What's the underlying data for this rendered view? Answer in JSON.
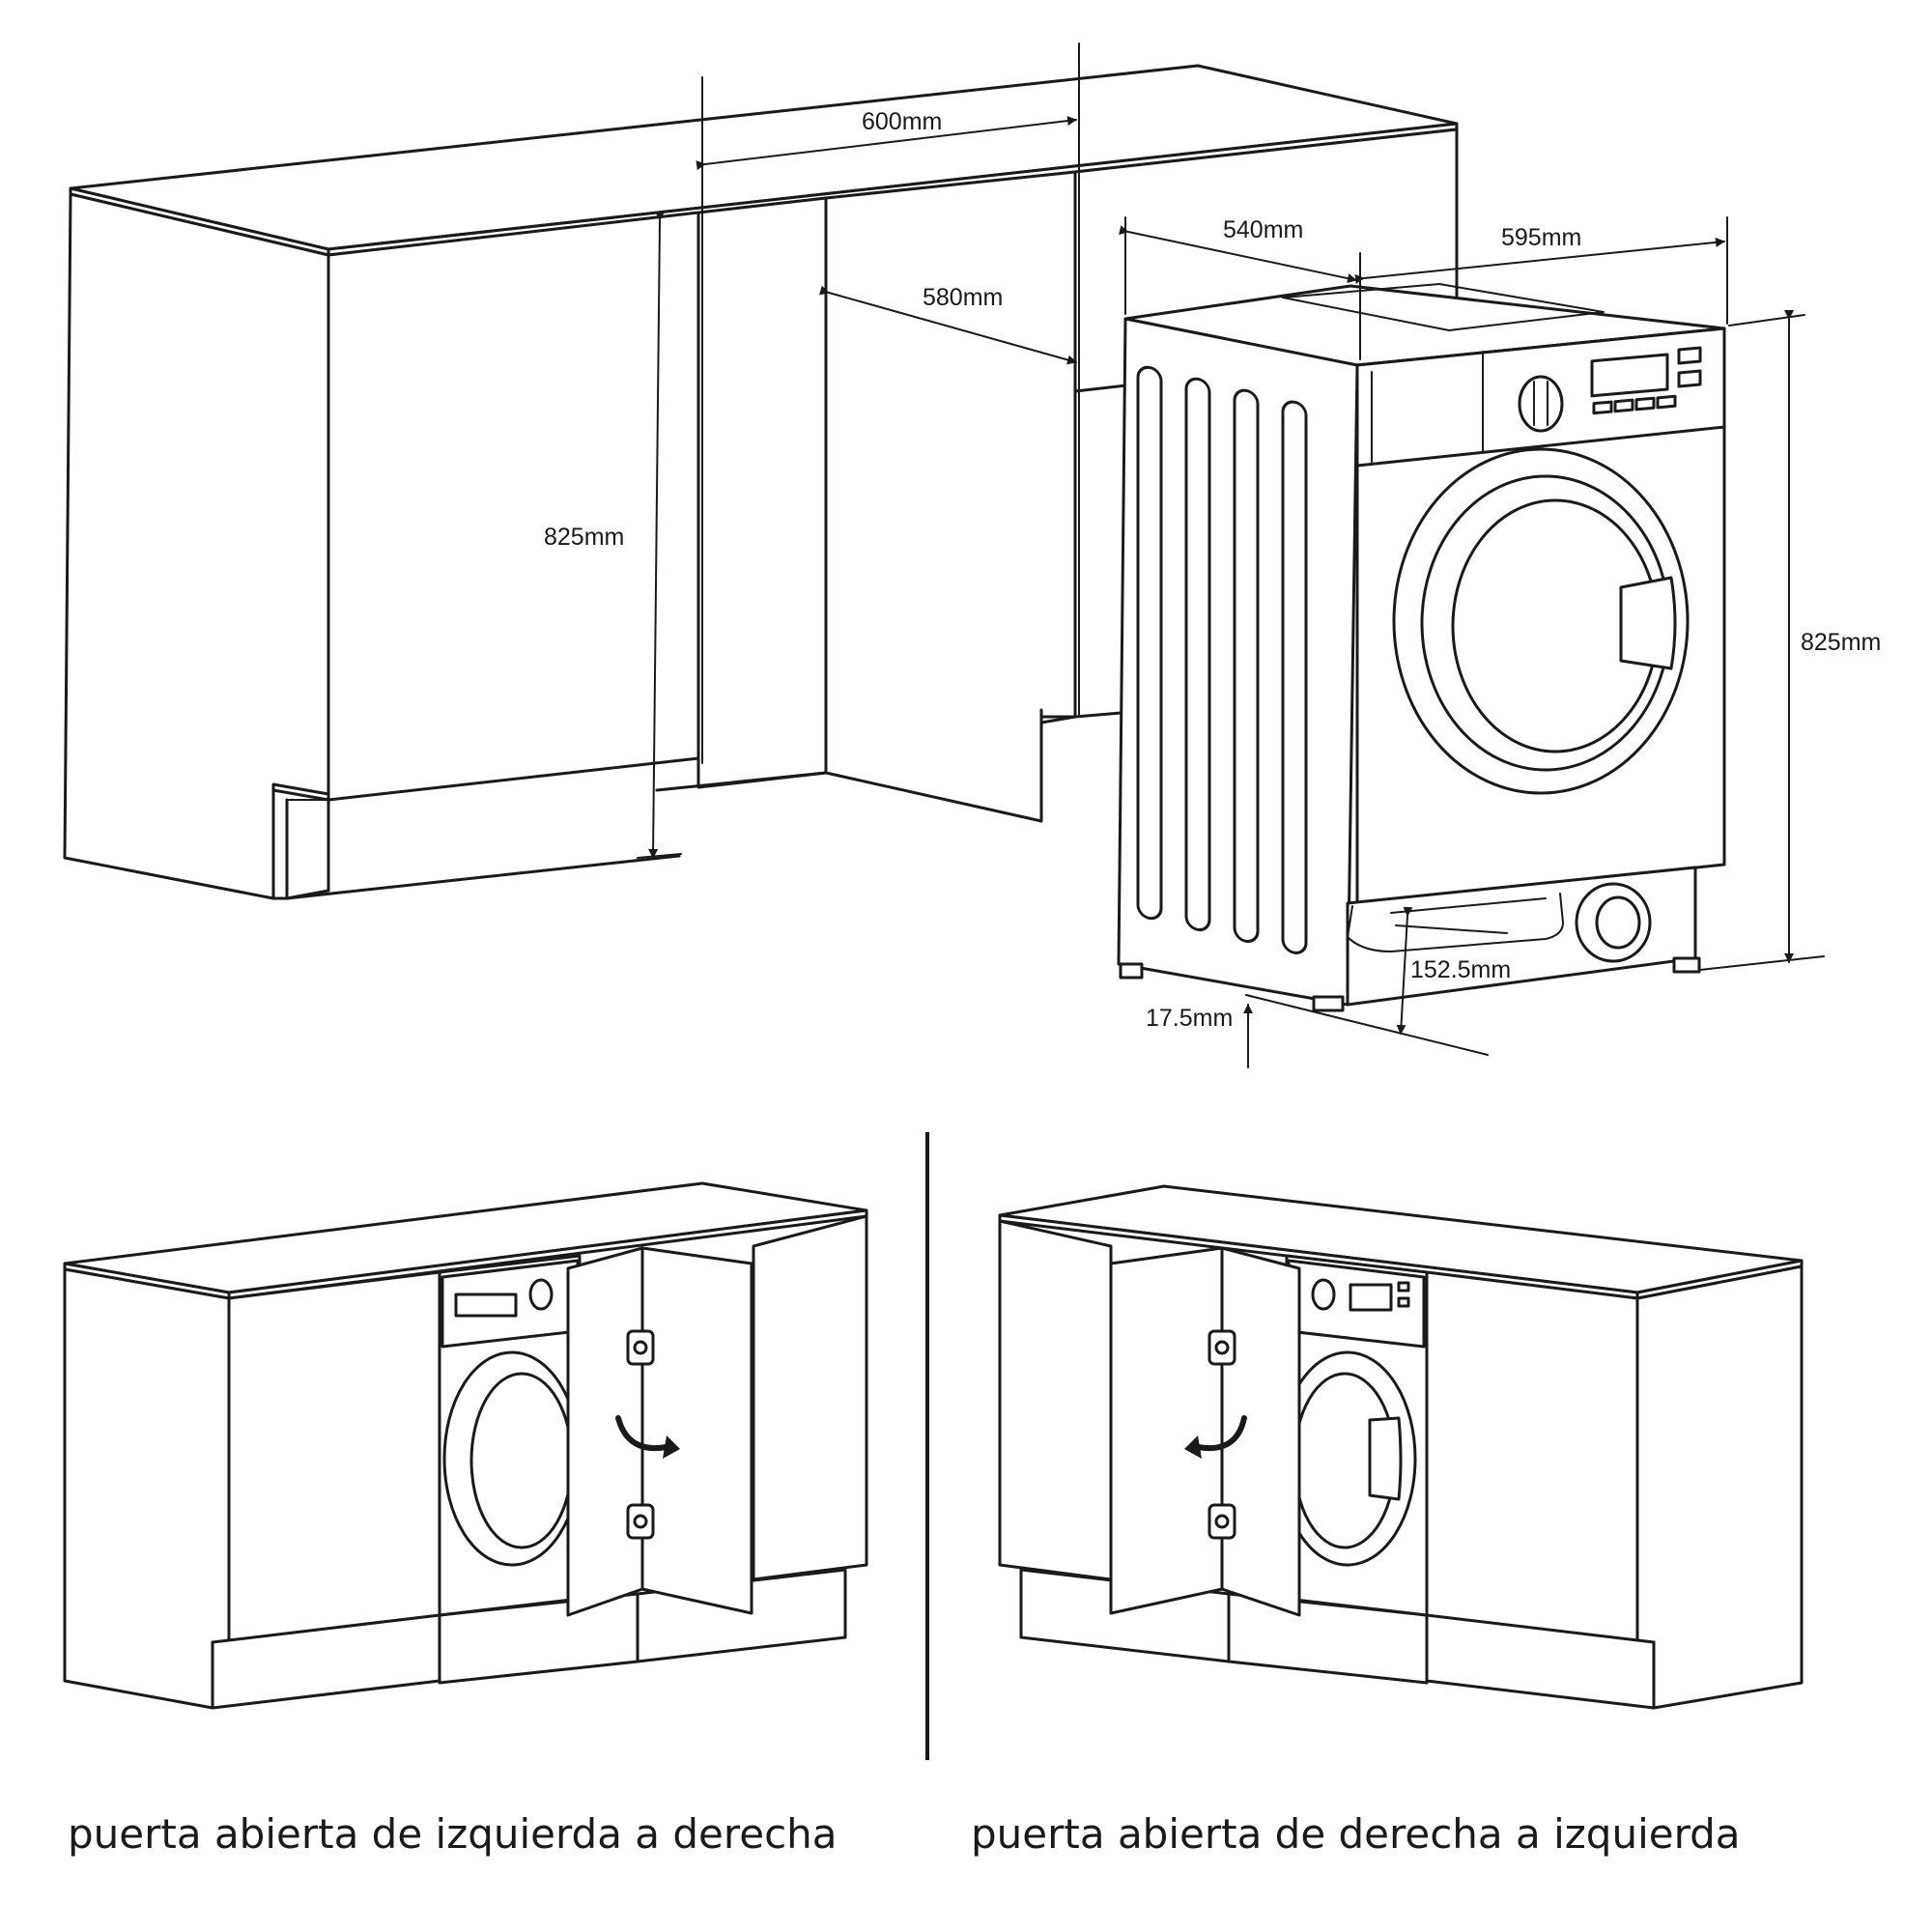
{
  "dimensions": {
    "cabinet_width": "600mm",
    "cabinet_depth": "580mm",
    "cabinet_height": "825mm",
    "machine_depth": "540mm",
    "machine_width": "595mm",
    "machine_height": "825mm",
    "kick_height": "152.5mm",
    "foot_height": "17.5mm"
  },
  "captions": {
    "left": "puerta abierta de izquierda a derecha",
    "right": "puerta abierta de derecha a izquierda"
  }
}
